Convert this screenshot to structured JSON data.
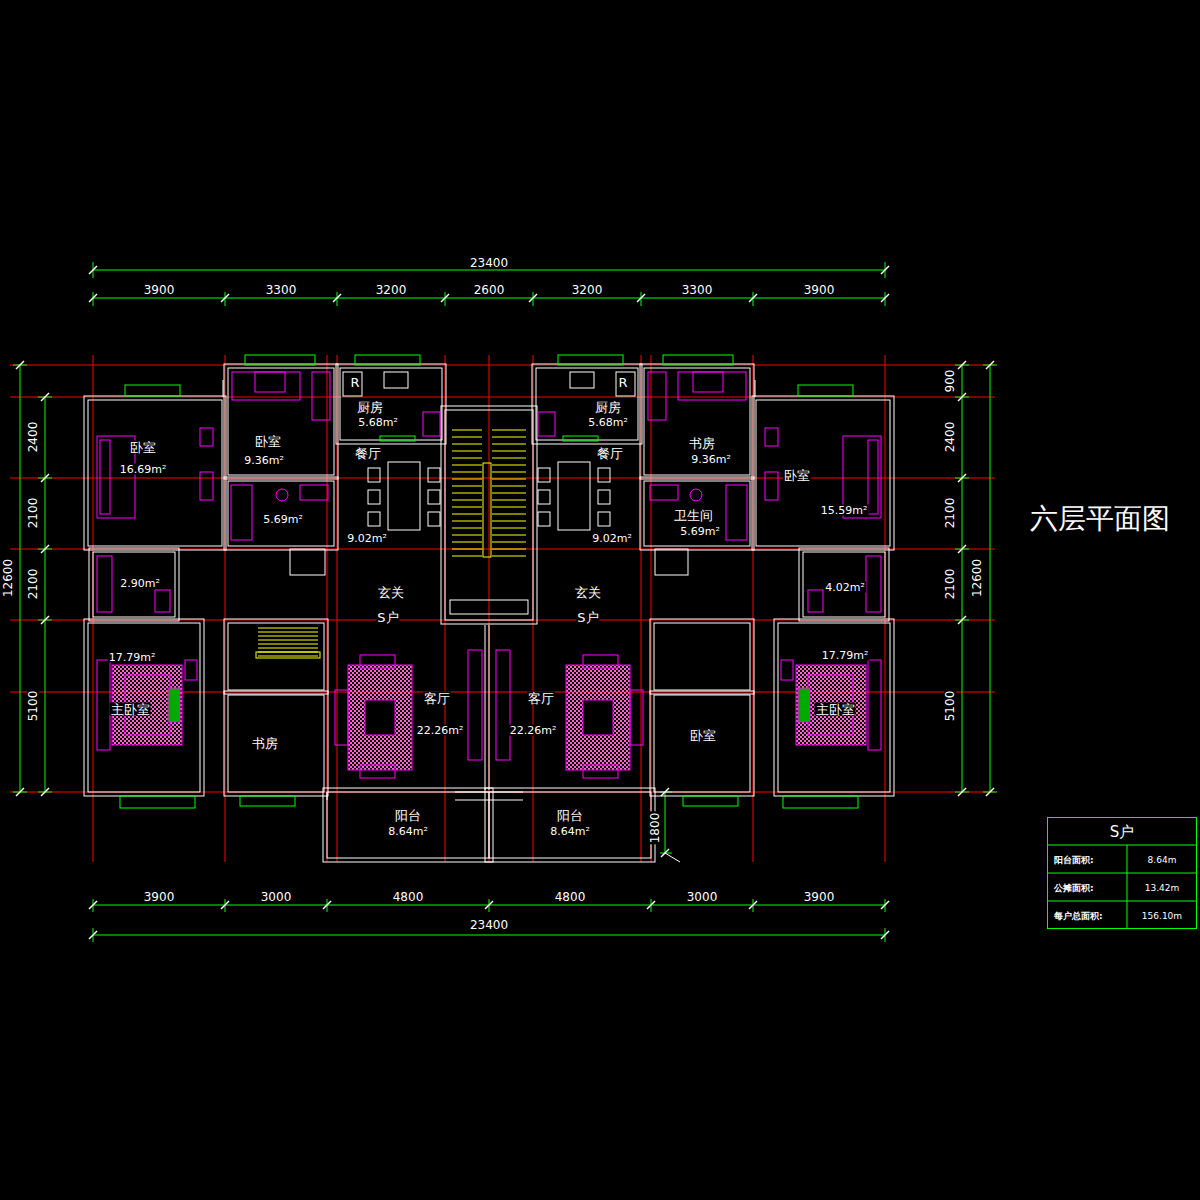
{
  "diagram": {
    "title": "六层平面图",
    "nodes": [
      {
        "text": [
          "S户",
          "阳台面积:",
          "8.64m",
          "公摊面积:",
          "13.42m",
          "每户总面积:",
          "156.10m"
        ]
      }
    ],
    "labels": [
      "23400",
      "3900",
      "3300",
      "3200",
      "2600",
      "3200",
      "3300",
      "3900",
      "2400",
      "2100",
      "2100",
      "5100",
      "12600",
      "900",
      "2400",
      "2100",
      "2100",
      "5100",
      "12600",
      "卧室",
      "16.69m²",
      "卧室",
      "9.36m²",
      "R",
      "厨房",
      "5.68m²",
      "餐厅",
      "5.69m²",
      "9.02m²",
      "2.90m²",
      "玄关",
      "S户",
      "17.79m²",
      "主卧室",
      "书房",
      "客厅",
      "22.26m²",
      "阳台",
      "8.64m²",
      "R",
      "厨房",
      "5.68m²",
      "书房",
      "9.36m²",
      "餐厅",
      "卫生间",
      "5.69m²",
      "9.02m²",
      "卧室",
      "15.59m²",
      "4.02m²",
      "玄关",
      "S户",
      "客厅",
      "22.26m²",
      "卧室",
      "17.79m²",
      "主卧室",
      "阳台",
      "8.64m²",
      "1800",
      "3900",
      "3000",
      "4800",
      "4800",
      "3000",
      "3900",
      "23400"
    ]
  }
}
